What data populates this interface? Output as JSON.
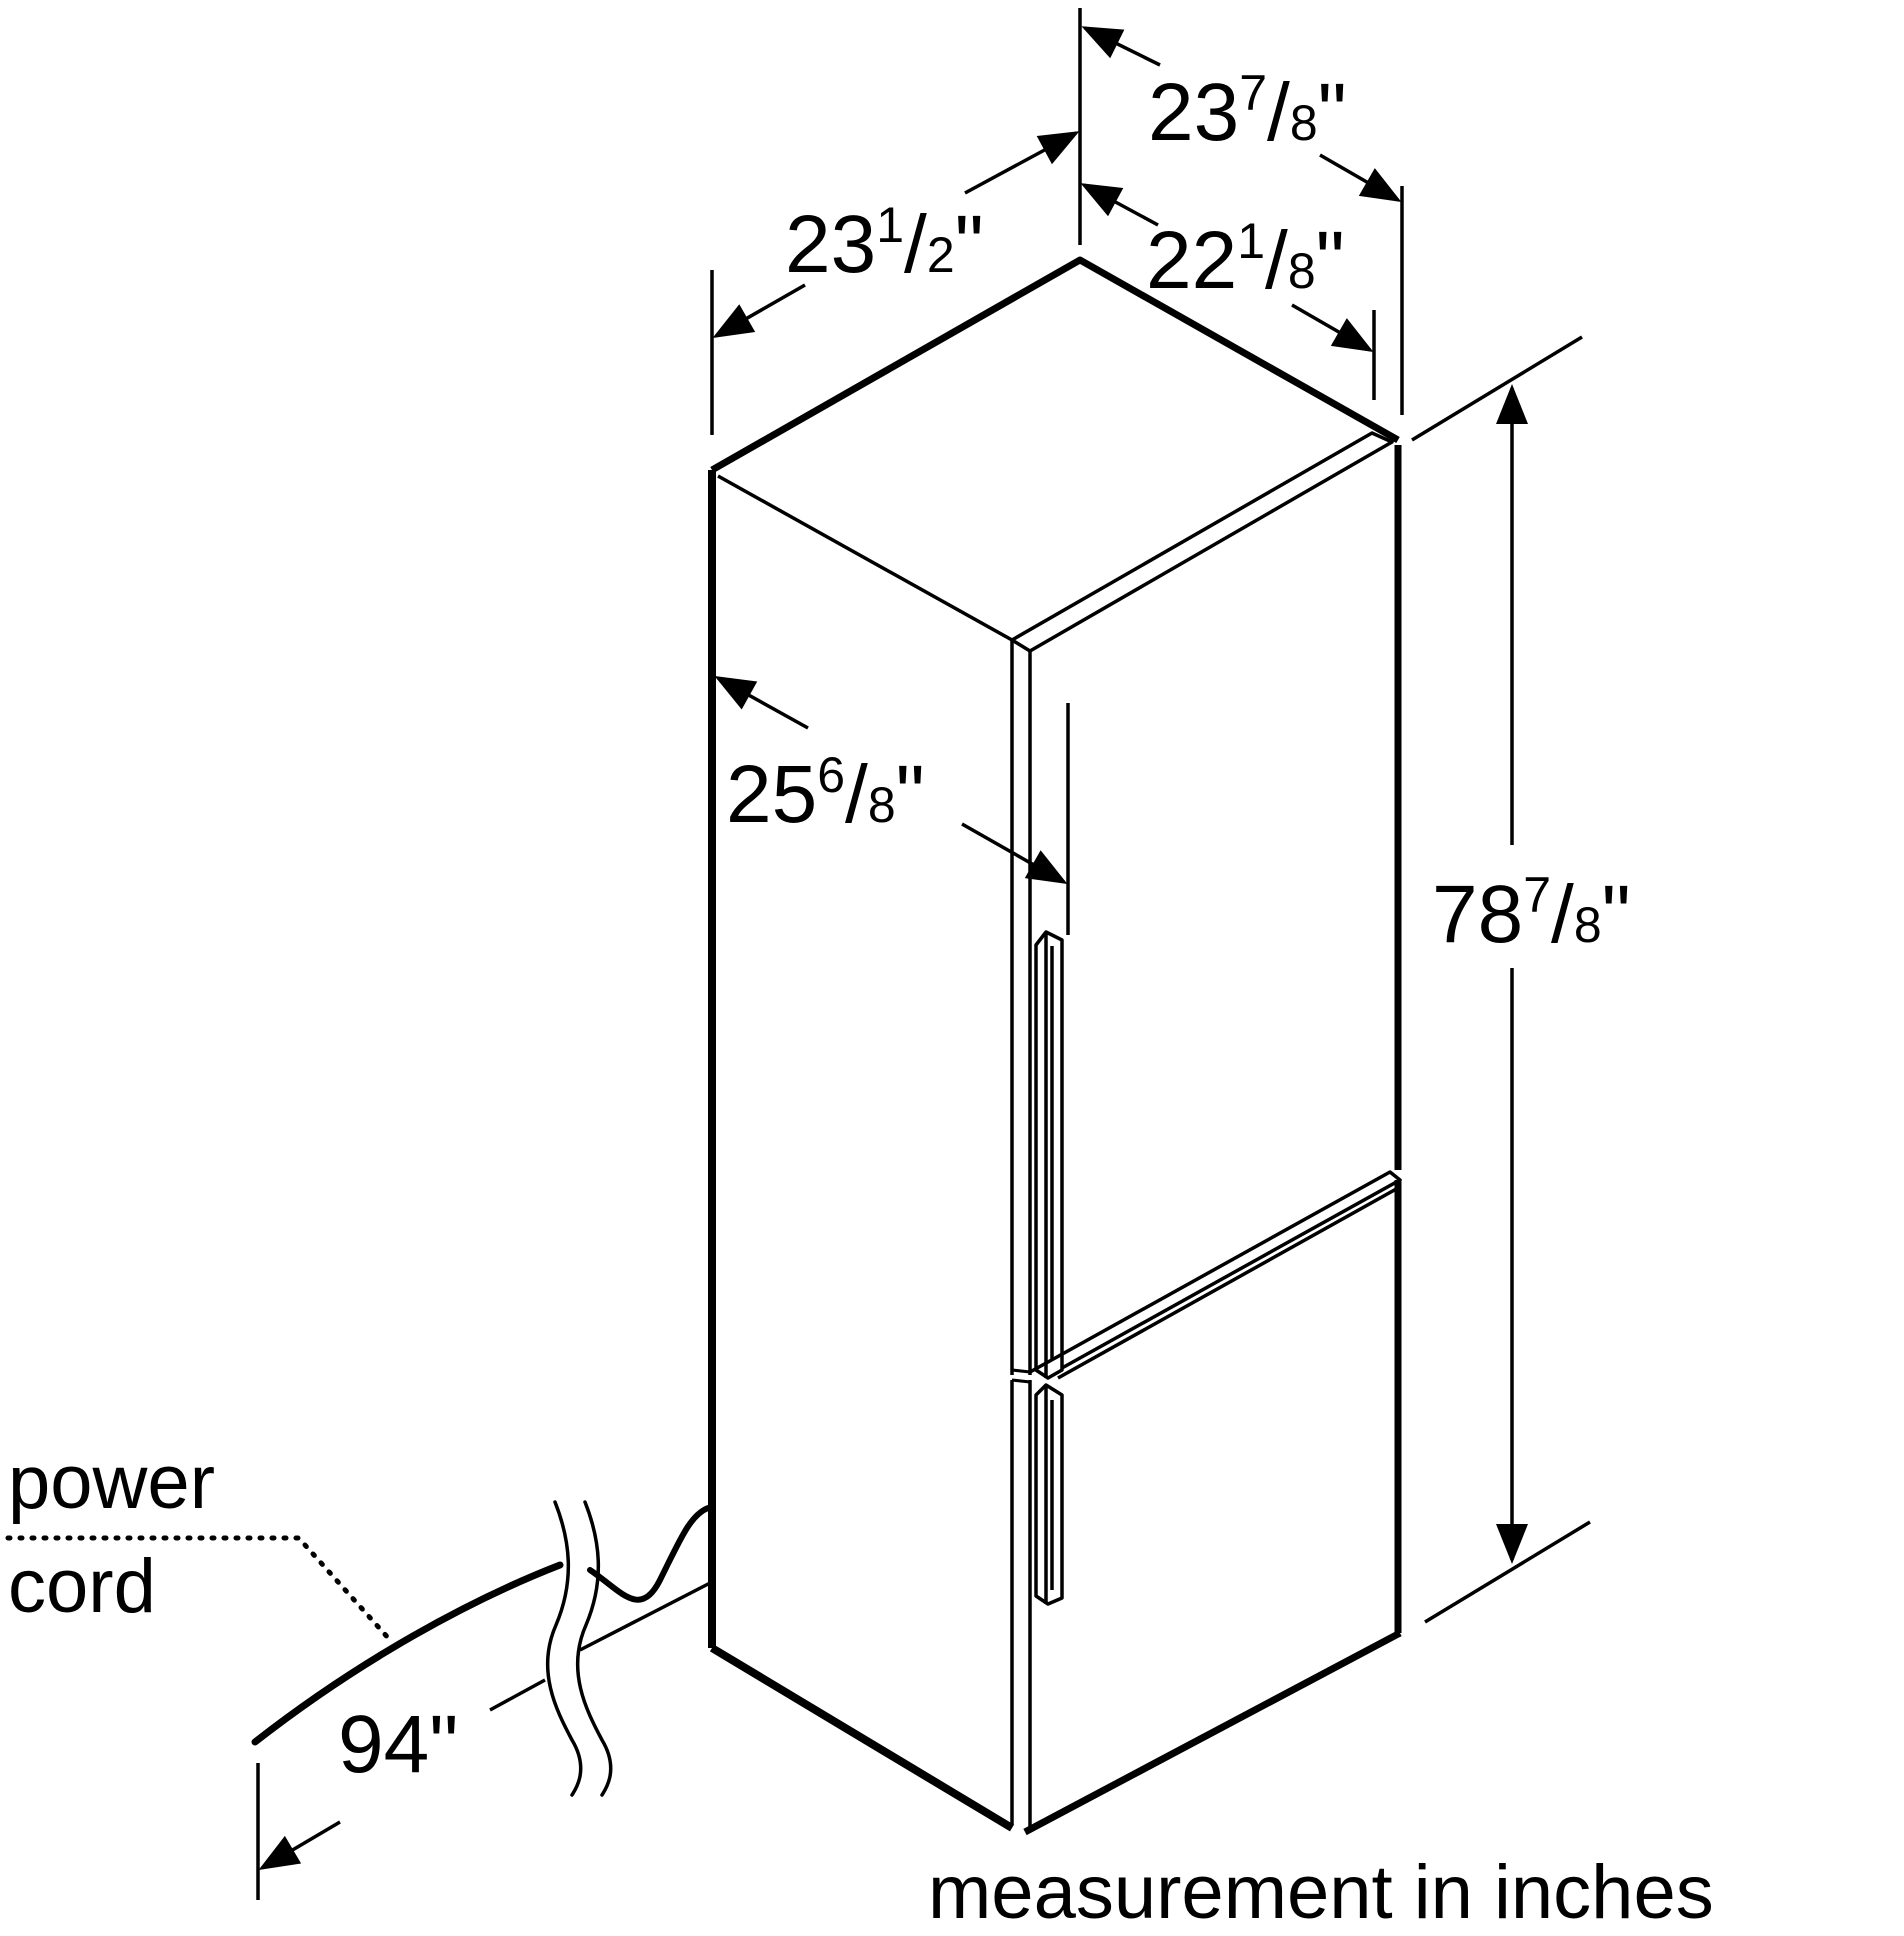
{
  "dimensions": {
    "total_depth": {
      "whole": "23",
      "numerator": "7",
      "denominator": "8",
      "unit": "\""
    },
    "width": {
      "whole": "23",
      "numerator": "1",
      "denominator": "2",
      "unit": "\""
    },
    "cabinet_depth": {
      "whole": "22",
      "numerator": "1",
      "denominator": "8",
      "unit": "\""
    },
    "door_open_depth": {
      "whole": "25",
      "numerator": "6",
      "denominator": "8",
      "unit": "\""
    },
    "height": {
      "whole": "78",
      "numerator": "7",
      "denominator": "8",
      "unit": "\""
    },
    "power_cord_length": {
      "value": "94",
      "unit": "\""
    }
  },
  "labels": {
    "power_cord_line1": "power",
    "power_cord_line2": "cord",
    "footer": "measurement in inches"
  }
}
